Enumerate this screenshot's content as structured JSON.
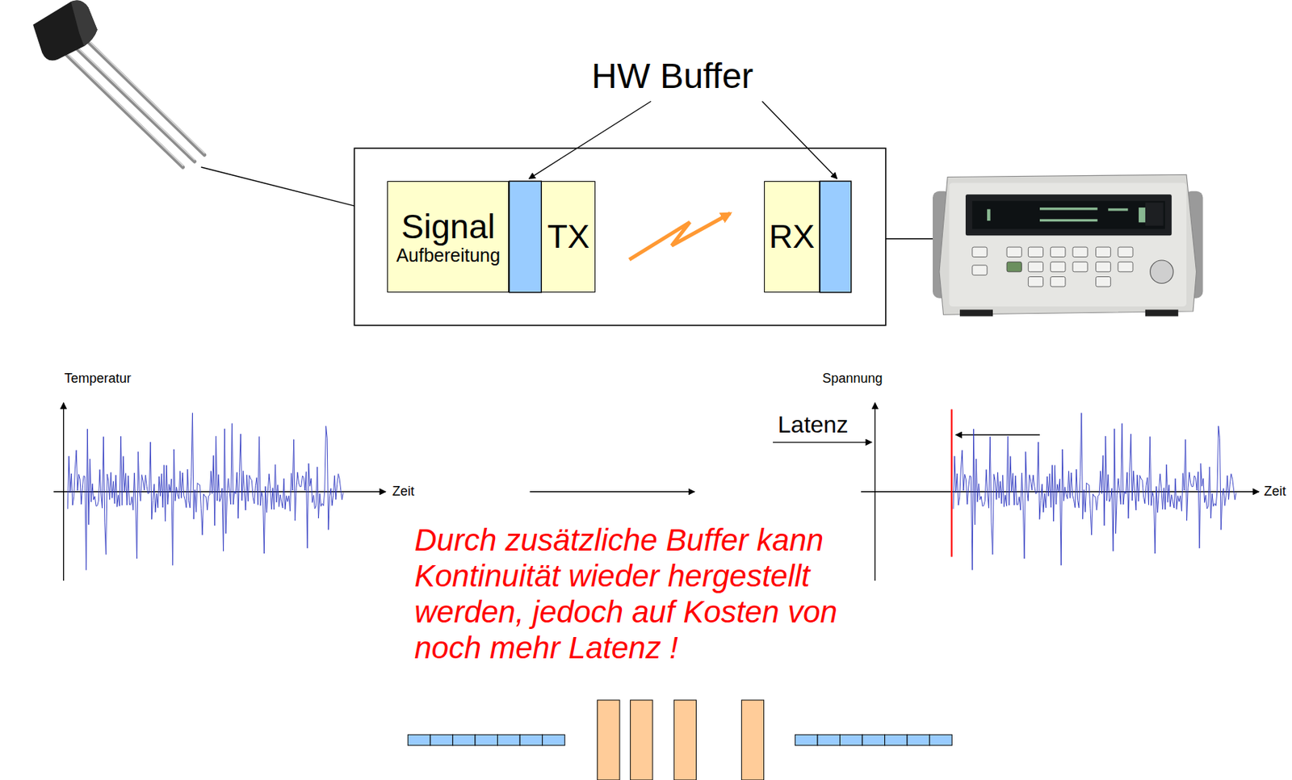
{
  "diagram": {
    "nodes": [
      {
        "text": [
          "Signal",
          "Aufbereitung"
        ]
      },
      {
        "text": [
          "TX"
        ]
      },
      {
        "text": [
          "RX"
        ]
      }
    ],
    "edges": [
      {
        "from": 1,
        "to": 2,
        "arrow": "to"
      }
    ],
    "labels": [
      "HW Buffer",
      "Temperatur",
      "Zeit",
      "Spannung",
      "Latenz",
      "Zeit",
      "Durch zusätzliche Buffer kann Kontinuität wieder hergestellt werden, jedoch auf Kosten von noch mehr Latenz !"
    ]
  }
}
